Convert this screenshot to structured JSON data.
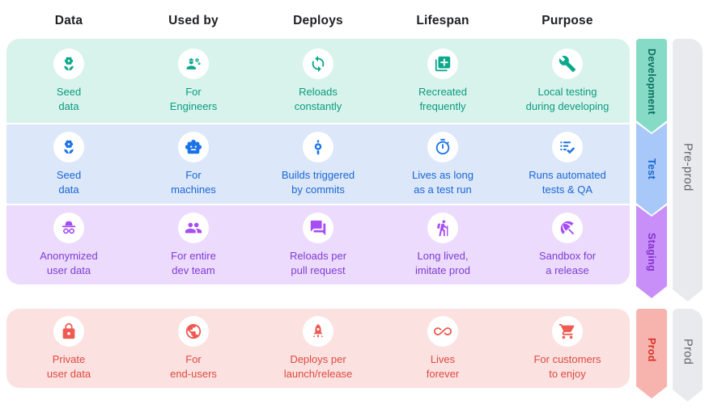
{
  "header": {
    "columns": [
      "Data",
      "Used by",
      "Deploys",
      "Lifespan",
      "Purpose"
    ]
  },
  "rows": [
    {
      "name": "Development",
      "cells": [
        {
          "icon": "seedling-flower-icon",
          "text": "Seed\ndata"
        },
        {
          "icon": "engineer-icon",
          "text": "For\nEngineers"
        },
        {
          "icon": "sync-icon",
          "text": "Reloads\nconstantly"
        },
        {
          "icon": "library-add-icon",
          "text": "Recreated\nfrequently"
        },
        {
          "icon": "wrench-icon",
          "text": "Local testing\nduring developing"
        }
      ]
    },
    {
      "name": "Test",
      "cells": [
        {
          "icon": "seedling-flower-icon",
          "text": "Seed\ndata"
        },
        {
          "icon": "robot-icon",
          "text": "For\nmachines"
        },
        {
          "icon": "commit-icon",
          "text": "Builds triggered\nby commits"
        },
        {
          "icon": "stopwatch-icon",
          "text": "Lives as long\nas a test run"
        },
        {
          "icon": "checklist-icon",
          "text": "Runs automated\ntests & QA"
        }
      ]
    },
    {
      "name": "Staging",
      "cells": [
        {
          "icon": "incognito-icon",
          "text": "Anonymized\nuser data"
        },
        {
          "icon": "group-icon",
          "text": "For entire\ndev team"
        },
        {
          "icon": "chat-icon",
          "text": "Reloads per\npull request"
        },
        {
          "icon": "hiking-icon",
          "text": "Long lived,\nimitate prod"
        },
        {
          "icon": "beach-umbrella-icon",
          "text": "Sandbox for\na release"
        }
      ]
    },
    {
      "name": "Prod",
      "cells": [
        {
          "icon": "lock-icon",
          "text": "Private\nuser data"
        },
        {
          "icon": "globe-icon",
          "text": "For\nend-users"
        },
        {
          "icon": "rocket-icon",
          "text": "Deploys per\nlaunch/release"
        },
        {
          "icon": "infinity-icon",
          "text": "Lives\nforever"
        },
        {
          "icon": "cart-icon",
          "text": "For customers\nto enjoy"
        }
      ]
    }
  ],
  "stage_ribbons": [
    {
      "label": "Development"
    },
    {
      "label": "Test"
    },
    {
      "label": "Staging"
    },
    {
      "label": "Prod"
    }
  ],
  "group_ribbons": [
    {
      "label": "Pre-prod"
    },
    {
      "label": "Prod"
    }
  ],
  "colors": {
    "header_text": "#202124",
    "icon_circle": "#FFFFFF",
    "development": {
      "row_bg": "#D8F3EB",
      "accent": "#0BA88C",
      "text": "#0A9B82",
      "ribbon": "#86DBC6",
      "ribbon_text": "#0D6E5F"
    },
    "test": {
      "row_bg": "#DCE7FA",
      "accent": "#1A73E8",
      "text": "#1967D2",
      "ribbon": "#A7C8F8",
      "ribbon_text": "#1967D2"
    },
    "staging": {
      "row_bg": "#ECDBFD",
      "accent": "#A64DF5",
      "text": "#7E3BD4",
      "ribbon": "#C98FF9",
      "ribbon_text": "#8430CE"
    },
    "prod": {
      "row_bg": "#FBE1DF",
      "accent": "#EF5A52",
      "text": "#DF4A42",
      "ribbon": "#F7B3AE",
      "ribbon_text": "#D93025"
    },
    "group_ribbon_bg": "#E9EAEE",
    "group_ribbon_text": "#5F6368"
  }
}
